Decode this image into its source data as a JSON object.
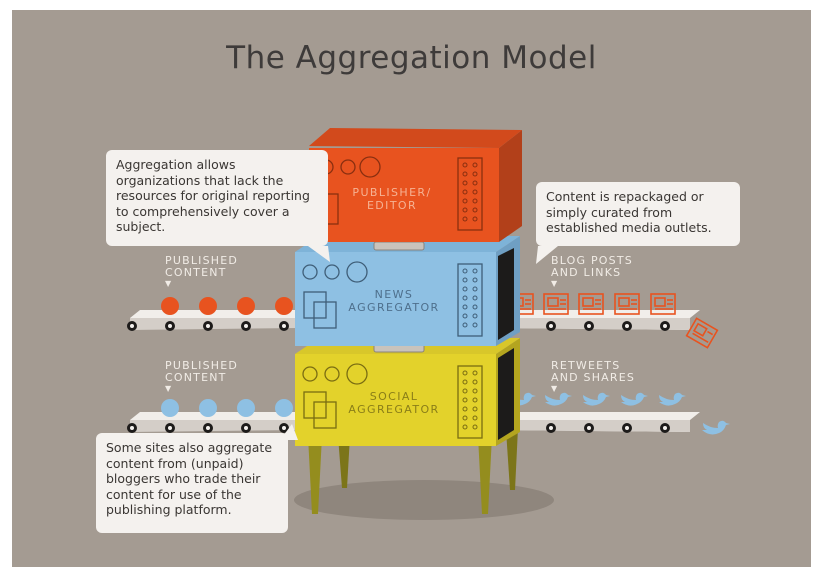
{
  "title": "The Aggregation Model",
  "callouts": {
    "aggregation": "Aggregation allows organizations that lack the resources for original reporting to comprehensively cover a subject.",
    "repackaged": "Content is repackaged or simply curated from established media outlets.",
    "unpaid": "Some sites also aggregate content from (unpaid) bloggers who trade their content for use of the publishing platform."
  },
  "boxes": {
    "publisher": {
      "line1": "PUBLISHER/",
      "line2": "EDITOR",
      "color": "#e8531f"
    },
    "news": {
      "line1": "NEWS",
      "line2": "AGGREGATOR",
      "color": "#8ec0e3"
    },
    "social": {
      "line1": "SOCIAL",
      "line2": "AGGREGATOR",
      "color": "#e3d22b"
    }
  },
  "labels": {
    "published_1": {
      "line1": "PUBLISHED",
      "line2": "CONTENT"
    },
    "published_2": {
      "line1": "PUBLISHED",
      "line2": "CONTENT"
    },
    "blog": {
      "line1": "BLOG POSTS",
      "line2": "AND LINKS"
    },
    "retweets": {
      "line1": "RETWEETS",
      "line2": "AND SHARES"
    }
  },
  "arrow_glyph": "▼",
  "colors": {
    "background": "#a49b92",
    "orange": "#e8531f",
    "blue": "#8ec0e3",
    "yellow": "#e3d22b",
    "belt": "#e7e3de"
  },
  "icons": {
    "input_upper": "orange-dot",
    "input_lower": "blue-dot",
    "output_upper": "document-icon",
    "output_lower": "bird-icon"
  }
}
